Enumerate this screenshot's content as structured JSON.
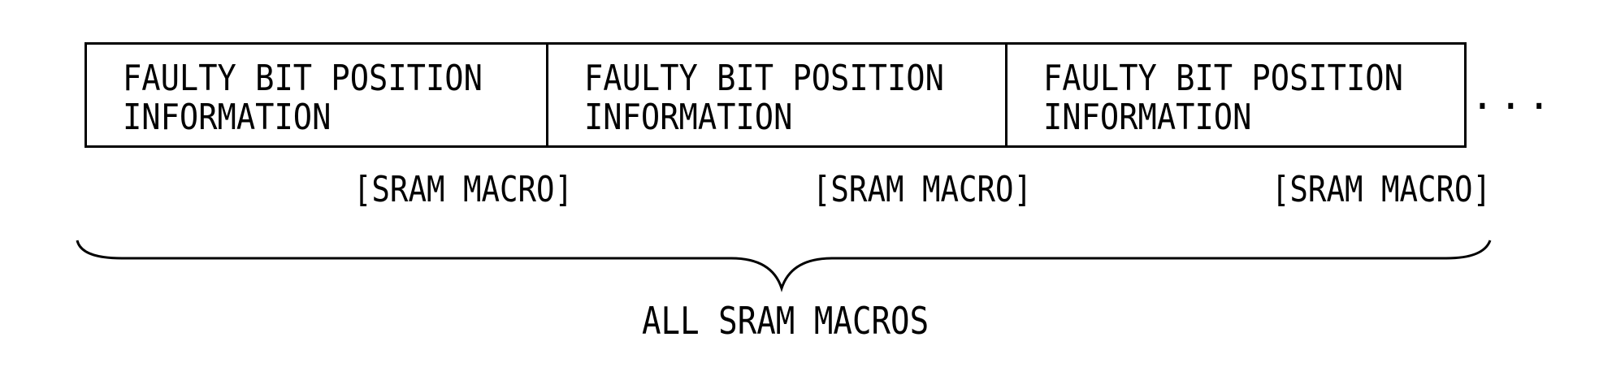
{
  "cells": [
    {
      "line1": "FAULTY BIT POSITION",
      "line2": "INFORMATION"
    },
    {
      "line1": "FAULTY BIT POSITION",
      "line2": "INFORMATION"
    },
    {
      "line1": "FAULTY BIT POSITION",
      "line2": "INFORMATION"
    }
  ],
  "continuation": "...",
  "labels": [
    "[SRAM MACRO]",
    "[SRAM MACRO]",
    "[SRAM MACRO]"
  ],
  "group_label": "ALL SRAM MACROS",
  "colors": {
    "line": "#000000",
    "background": "#ffffff"
  }
}
